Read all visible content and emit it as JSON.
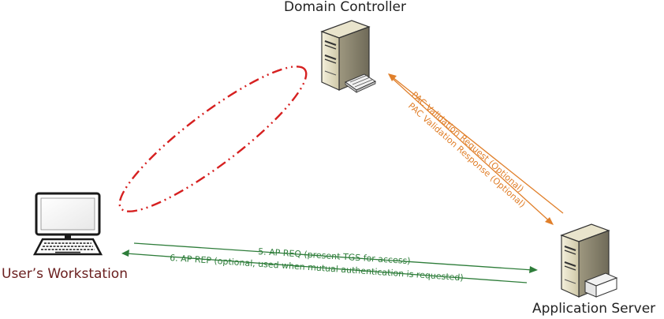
{
  "nodes": {
    "domain_controller": {
      "label": "Domain Controller",
      "icon": "server-keyboard-icon"
    },
    "workstation": {
      "label": "User’s Workstation",
      "icon": "computer-icon"
    },
    "application_server": {
      "label": "Application Server",
      "icon": "server-card-icon"
    }
  },
  "flows": {
    "pac_request": "PAC Validation Request (Optional)",
    "pac_response": "PAC Validation Response (Optional)",
    "ap_req": "5. AP REQ (present TGS for access)",
    "ap_rep": "6. AP REP (optional, used when mutual authentication is requested)"
  },
  "colors": {
    "pac": "#e07f2a",
    "ap": "#2e7d3a",
    "ellipse": "#d62020",
    "workstation_label": "#6b2020"
  }
}
